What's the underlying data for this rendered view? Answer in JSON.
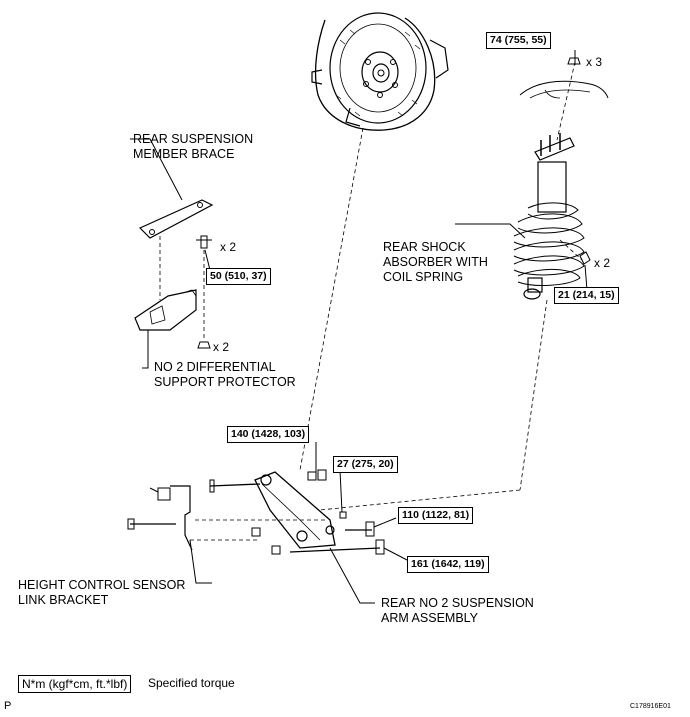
{
  "labels": {
    "rear_suspension_member_brace": [
      "REAR SUSPENSION",
      "MEMBER BRACE"
    ],
    "no2_differential_support_protector": [
      "NO  2 DIFFERENTIAL",
      "SUPPORT PROTECTOR"
    ],
    "rear_shock_absorber": [
      "REAR SHOCK",
      "ABSORBER WITH",
      "COIL SPRING"
    ],
    "height_control_sensor_link_bracket": [
      "HEIGHT CONTROL SENSOR",
      "LINK BRACKET"
    ],
    "rear_no2_suspension_arm_assembly": [
      "REAR NO  2 SUSPENSION",
      "ARM ASSEMBLY"
    ]
  },
  "torques": {
    "top_nut": "74 (755, 55)",
    "brace_bolt": "50 (510, 37)",
    "shock_lower_bolt": "21 (214, 15)",
    "arm_bolt_140": "140 (1428, 103)",
    "arm_bolt_27": "27 (275, 20)",
    "arm_bolt_110": "110 (1122, 81)",
    "arm_bolt_161": "161 (1642, 119)"
  },
  "quantities": {
    "top_nut": "x 3",
    "brace_bolt": "x 2",
    "protector_nut": "x 2",
    "shock_lower_bolt": "x 2"
  },
  "legend": {
    "unit": "N*m (kgf*cm, ft.*lbf)",
    "text": "Specified torque"
  },
  "footer": {
    "left_mark": "P",
    "figure_code": "C178916E01"
  }
}
